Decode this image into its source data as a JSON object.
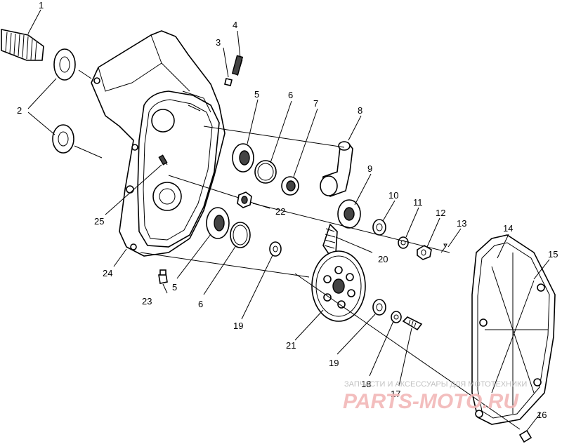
{
  "diagram": {
    "callouts": [
      {
        "id": "1",
        "text": "1"
      },
      {
        "id": "2",
        "text": "2"
      },
      {
        "id": "3",
        "text": "3"
      },
      {
        "id": "4",
        "text": "4"
      },
      {
        "id": "5a",
        "text": "5"
      },
      {
        "id": "5b",
        "text": "5"
      },
      {
        "id": "6a",
        "text": "6"
      },
      {
        "id": "6b",
        "text": "6"
      },
      {
        "id": "7",
        "text": "7"
      },
      {
        "id": "8",
        "text": "8"
      },
      {
        "id": "9",
        "text": "9"
      },
      {
        "id": "10",
        "text": "10"
      },
      {
        "id": "11",
        "text": "11"
      },
      {
        "id": "12",
        "text": "12"
      },
      {
        "id": "13",
        "text": "13"
      },
      {
        "id": "14",
        "text": "14"
      },
      {
        "id": "15",
        "text": "15"
      },
      {
        "id": "16",
        "text": "16"
      },
      {
        "id": "17",
        "text": "17"
      },
      {
        "id": "18",
        "text": "18"
      },
      {
        "id": "19a",
        "text": "19"
      },
      {
        "id": "19b",
        "text": "19"
      },
      {
        "id": "20",
        "text": "20"
      },
      {
        "id": "21",
        "text": "21"
      },
      {
        "id": "22",
        "text": "22"
      },
      {
        "id": "23",
        "text": "23"
      },
      {
        "id": "24",
        "text": "24"
      },
      {
        "id": "25",
        "text": "25"
      }
    ]
  },
  "watermark": {
    "subtitle": "ЗАПЧАСТИ И АКСЕССУАРЫ ДЛЯ МОТОТЕХНИКИ",
    "brand": "PARTS-MOTO.RU"
  }
}
